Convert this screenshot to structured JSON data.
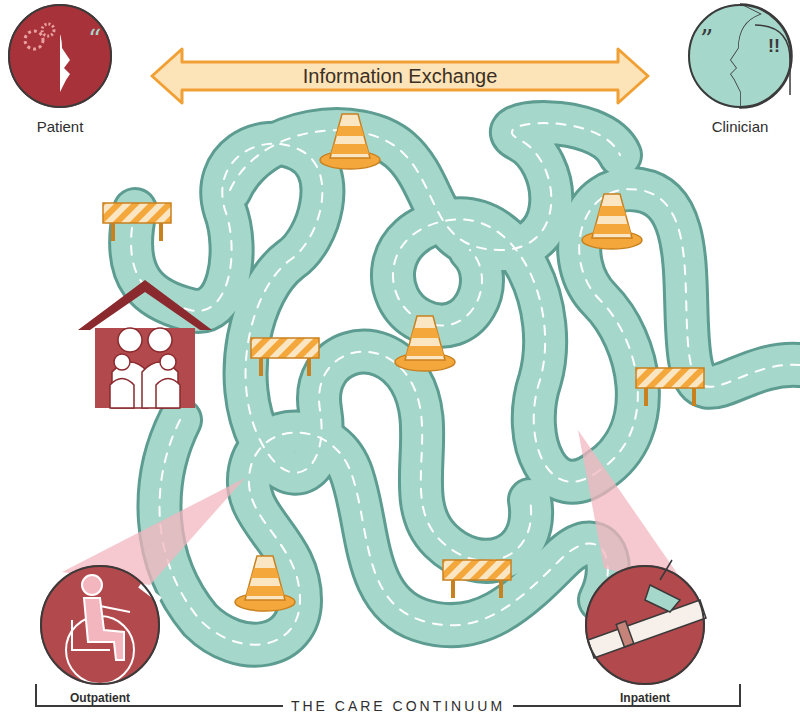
{
  "diagram": {
    "nodes": [
      {
        "text": [
          "Patient"
        ]
      },
      {
        "text": [
          "Clinician"
        ]
      },
      {
        "text": [
          "Outpatient"
        ]
      },
      {
        "text": [
          "Inpatient"
        ]
      }
    ],
    "edges": [
      {
        "from": 0,
        "to": 1,
        "arrow": "both",
        "label": "Information Exchange"
      }
    ],
    "labels": [
      "THE CARE CONTINUUM"
    ]
  }
}
